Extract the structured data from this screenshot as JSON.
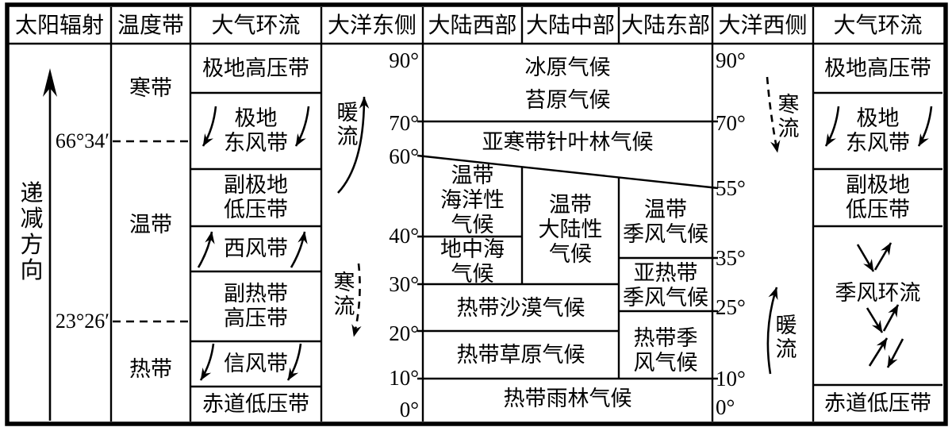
{
  "header": {
    "solar_radiation": "太阳辐射",
    "temperature_zone": "温度带",
    "circulation_left": "大气环流",
    "ocean_east": "大洋东侧",
    "continent_west": "大陆西部",
    "continent_middle": "大陆中部",
    "continent_east": "大陆东部",
    "ocean_west": "大洋西侧",
    "circulation_right": "大气环流"
  },
  "solar": {
    "direction": "递减方向",
    "arctic_circle": "66°34′",
    "tropic_of_cancer": "23°26′"
  },
  "temperature_zones": {
    "cold": "寒带",
    "temperate": "温带",
    "tropical": "热带"
  },
  "circulation_left_col": {
    "polar_high": "极地高压带",
    "polar_easterlies": "极地\n东风带",
    "subpolar_low": "副极地\n低压带",
    "westerlies": "西风带",
    "subtropical_high": "副热带\n高压带",
    "trade_winds": "信风带",
    "equatorial_low": "赤道低压带"
  },
  "circulation_right_col": {
    "polar_high": "极地高压带",
    "polar_easterlies": "极地\n东风带",
    "subpolar_low": "副极地\n低压带",
    "monsoon": "季风环流",
    "equatorial_low": "赤道低压带"
  },
  "ocean_east_col": {
    "latitudes": [
      "90°",
      "70°",
      "60°",
      "40°",
      "30°",
      "20°",
      "10°",
      "0°"
    ],
    "warm_current": "暖流",
    "cold_current": "寒流"
  },
  "ocean_west_col": {
    "latitudes": [
      "90°",
      "70°",
      "55°",
      "35°",
      "25°",
      "10°",
      "0°"
    ],
    "cold_current": "寒流",
    "warm_current": "暖流"
  },
  "climates": {
    "ice_cap": "冰原气候",
    "tundra": "苔原气候",
    "subarctic_coniferous": "亚寒带针叶林气候",
    "temperate_maritime": "温带\n海洋性\n气候",
    "mediterranean": "地中海\n气候",
    "temperate_continental": "温带\n大陆性\n气候",
    "temperate_monsoon": "温带\n季风气候",
    "subtropical_monsoon": "亚热带\n季风气候",
    "tropical_monsoon": "热带季\n风气候",
    "tropical_desert": "热带沙漠气候",
    "tropical_savanna": "热带草原气候",
    "tropical_rainforest": "热带雨林气候"
  },
  "colors": {
    "line": "#000000",
    "background": "#ffffff"
  }
}
